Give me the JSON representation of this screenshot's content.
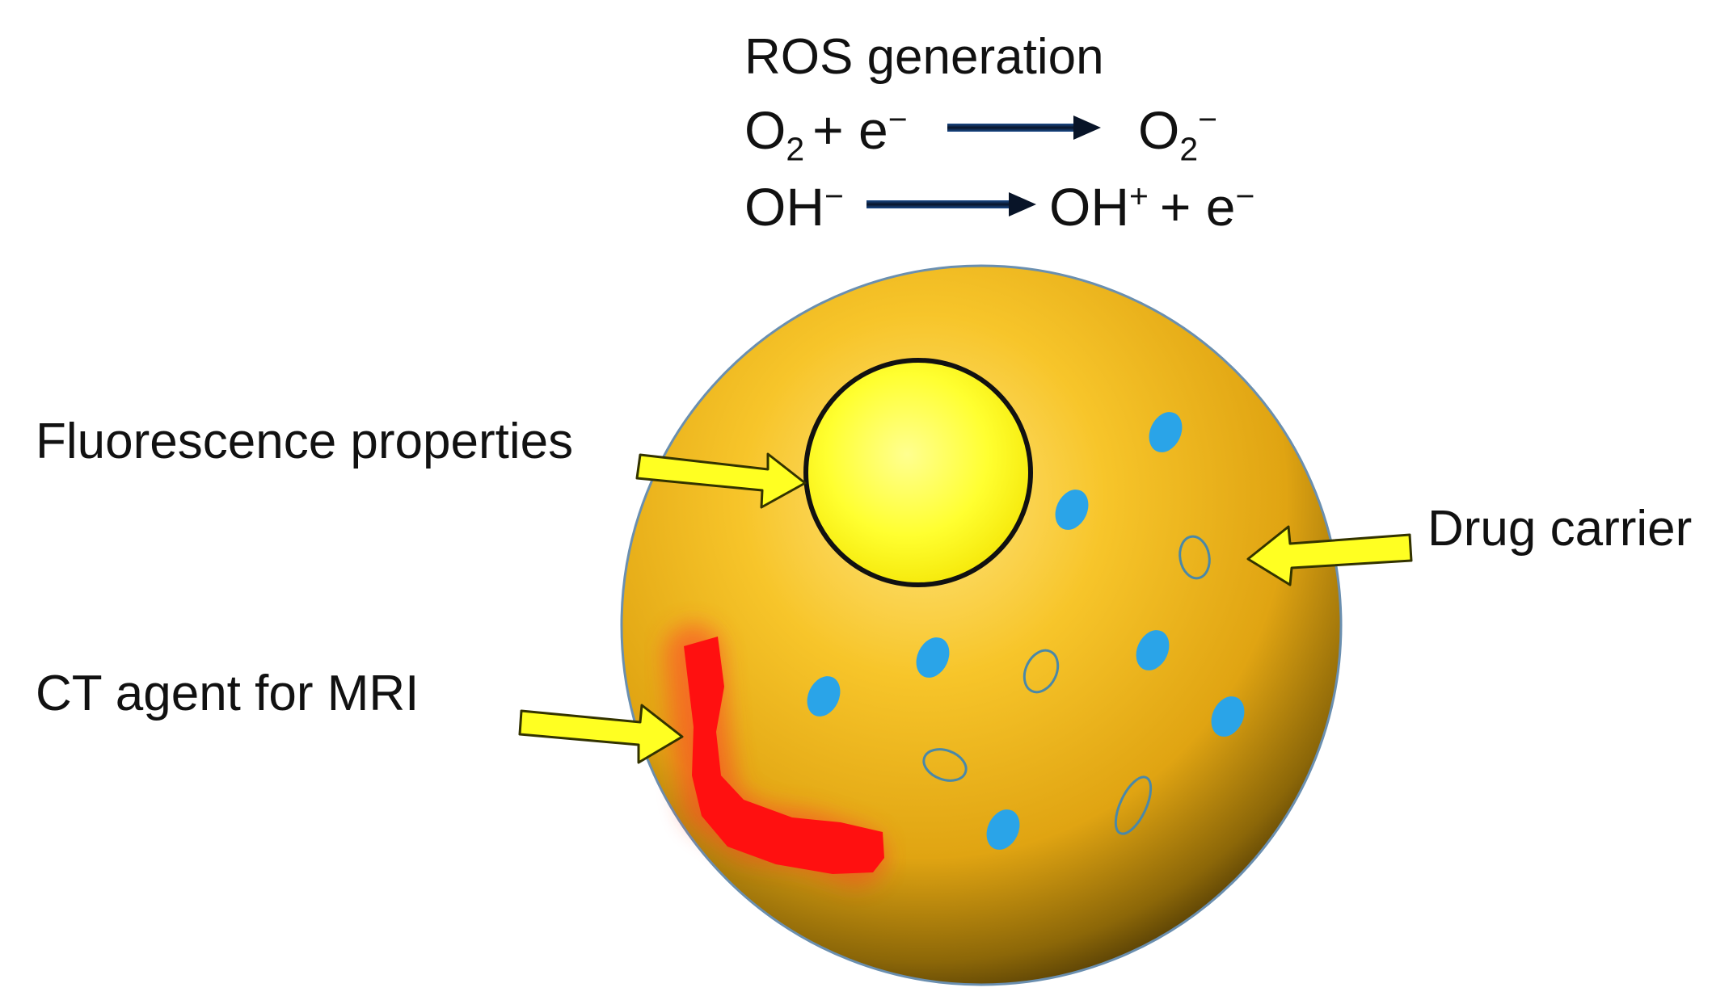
{
  "ros": {
    "title": "ROS generation",
    "eq1": {
      "lhs_species": "O",
      "lhs_sub": "2",
      "lhs_plus": "+ e",
      "lhs_sup": "−",
      "rhs_species": "O",
      "rhs_sub": "2",
      "rhs_sup": "−"
    },
    "eq2": {
      "lhs_species": "OH",
      "lhs_sup": "−",
      "rhs_species": "OH",
      "rhs_sup": "+",
      "rhs_plus": "+ e",
      "rhs_sup2": "−"
    }
  },
  "labels": {
    "fluorescence": "Fluorescence properties",
    "drug_carrier": "Drug carrier",
    "ct_agent": "CT agent for MRI"
  },
  "colors": {
    "sphere_light": "#ffd84a",
    "sphere_mid": "#f2b416",
    "sphere_dark": "#5a4208",
    "sphere_outline": "#6a8fb0",
    "core_fill": "#ffff40",
    "core_stroke": "#111111",
    "dot_fill": "#2aa4e8",
    "arrow_fill": "#ffff22",
    "arrow_stroke": "#333300",
    "streak": "#ff1010",
    "reaction_arrow": "#0b1630"
  },
  "icons": {
    "pointer_arrow": "yellow-arrow-icon",
    "reaction_arrow": "reaction-arrow-icon"
  }
}
